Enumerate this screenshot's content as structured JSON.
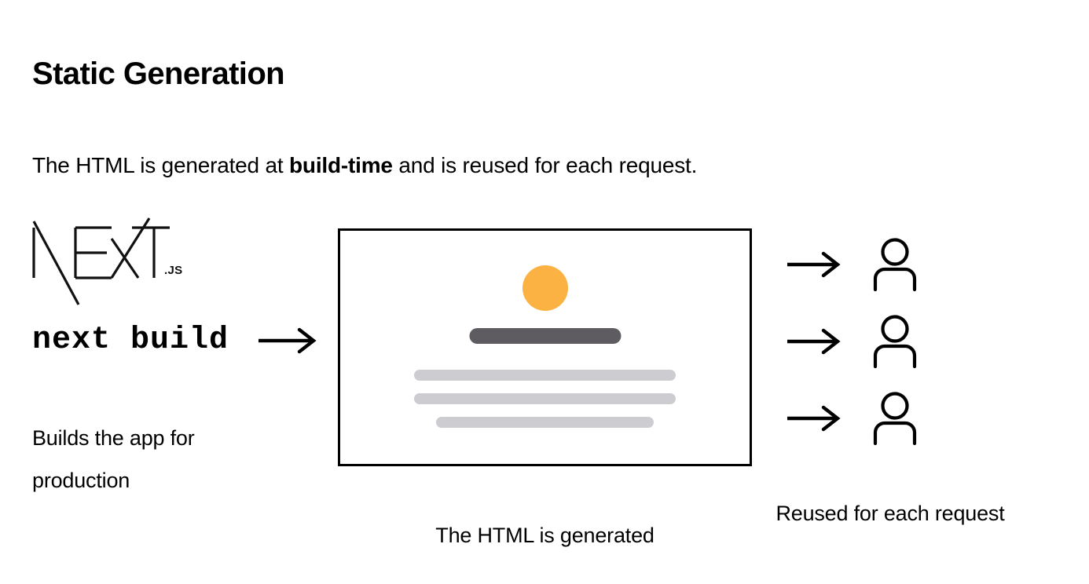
{
  "heading": {
    "title": "Static Generation"
  },
  "subtitle": {
    "before": "The HTML is generated at ",
    "emphasis": "build-time",
    "after": " and is reused for each request."
  },
  "left": {
    "logo_alt": "NEXT",
    "logo_suffix": ".JS",
    "command": "next build",
    "arrow_glyph": "→",
    "caption": "Builds the app for production"
  },
  "mockup": {
    "caption": "The HTML is generated",
    "line_widths": [
      "64%",
      "64%",
      "53%"
    ]
  },
  "clients": {
    "caption": "Reused for each request",
    "rows": [
      {
        "arrow": "→",
        "user": "user-icon"
      },
      {
        "arrow": "→",
        "user": "user-icon"
      },
      {
        "arrow": "→",
        "user": "user-icon"
      }
    ]
  },
  "colors": {
    "background": "#ffffff",
    "foreground": "#000000",
    "accent_orange": "#fbb243",
    "headline_gray": "#5e5c60",
    "line_gray": "#cdcdd1"
  }
}
